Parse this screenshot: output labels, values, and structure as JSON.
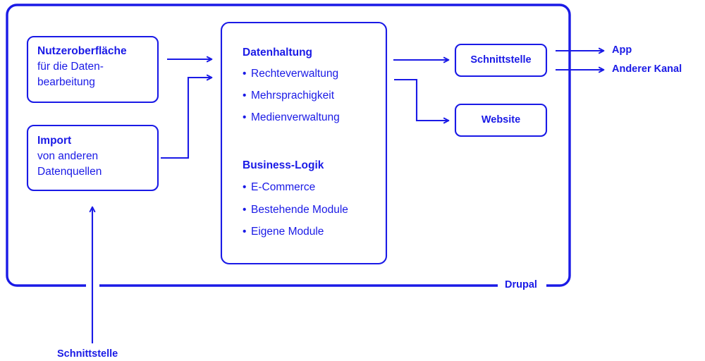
{
  "diagram": {
    "accent_color": "#1a1ae6",
    "background_color": "#ffffff",
    "frame": {
      "label": "Drupal"
    },
    "cards": [
      {
        "id": "nutzeroberflaeche",
        "title": "Nutzeroberfläche",
        "lines": [
          "für die Daten-",
          "bearbeitung"
        ]
      },
      {
        "id": "import",
        "title": "Import",
        "lines": [
          "von anderen",
          "Datenquellen"
        ]
      }
    ],
    "center_panel": {
      "groups": [
        {
          "id": "datenhaltung",
          "heading": "Datenhaltung",
          "bullets": [
            "Rechteverwaltung",
            "Mehrsprachigkeit",
            "Medienverwaltung"
          ]
        },
        {
          "id": "business-logik",
          "heading": "Business-Logik",
          "bullets": [
            "E-Commerce",
            "Bestehende Module",
            "Eigene Module"
          ]
        }
      ],
      "bullet_glyph": "•"
    },
    "output_nodes": [
      {
        "id": "schnittstelle-out",
        "label": "Schnittstelle"
      },
      {
        "id": "website",
        "label": "Website"
      }
    ],
    "endpoints": [
      {
        "id": "app",
        "label": "App"
      },
      {
        "id": "anderer-kanal",
        "label": "Anderer Kanal"
      }
    ],
    "bottom_caption": {
      "id": "schnittstelle-in",
      "label": "Schnittstelle"
    }
  }
}
